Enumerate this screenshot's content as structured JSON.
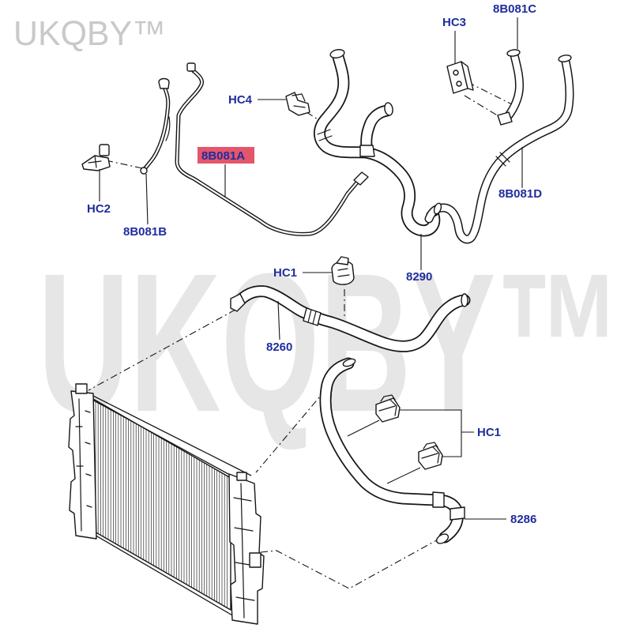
{
  "watermark": {
    "corner_text": "UKQBY™",
    "center_text": "UKQBY™"
  },
  "callouts": {
    "hc3": "HC3",
    "part_8b081c": "8B081C",
    "hc4": "HC4",
    "part_8b081a": "8B081A",
    "hc2": "HC2",
    "part_8b081b": "8B081B",
    "part_8b081d": "8B081D",
    "part_8290": "8290",
    "hc1_upper": "HC1",
    "part_8260": "8260",
    "hc1_lower": "HC1",
    "part_8286": "8286"
  },
  "colors": {
    "callout_text": "#1f2d9e",
    "highlight_box": "#e4566b",
    "line": "#161616",
    "watermark": "#e6e6e6",
    "watermark_corner": "#c9c9c9"
  }
}
